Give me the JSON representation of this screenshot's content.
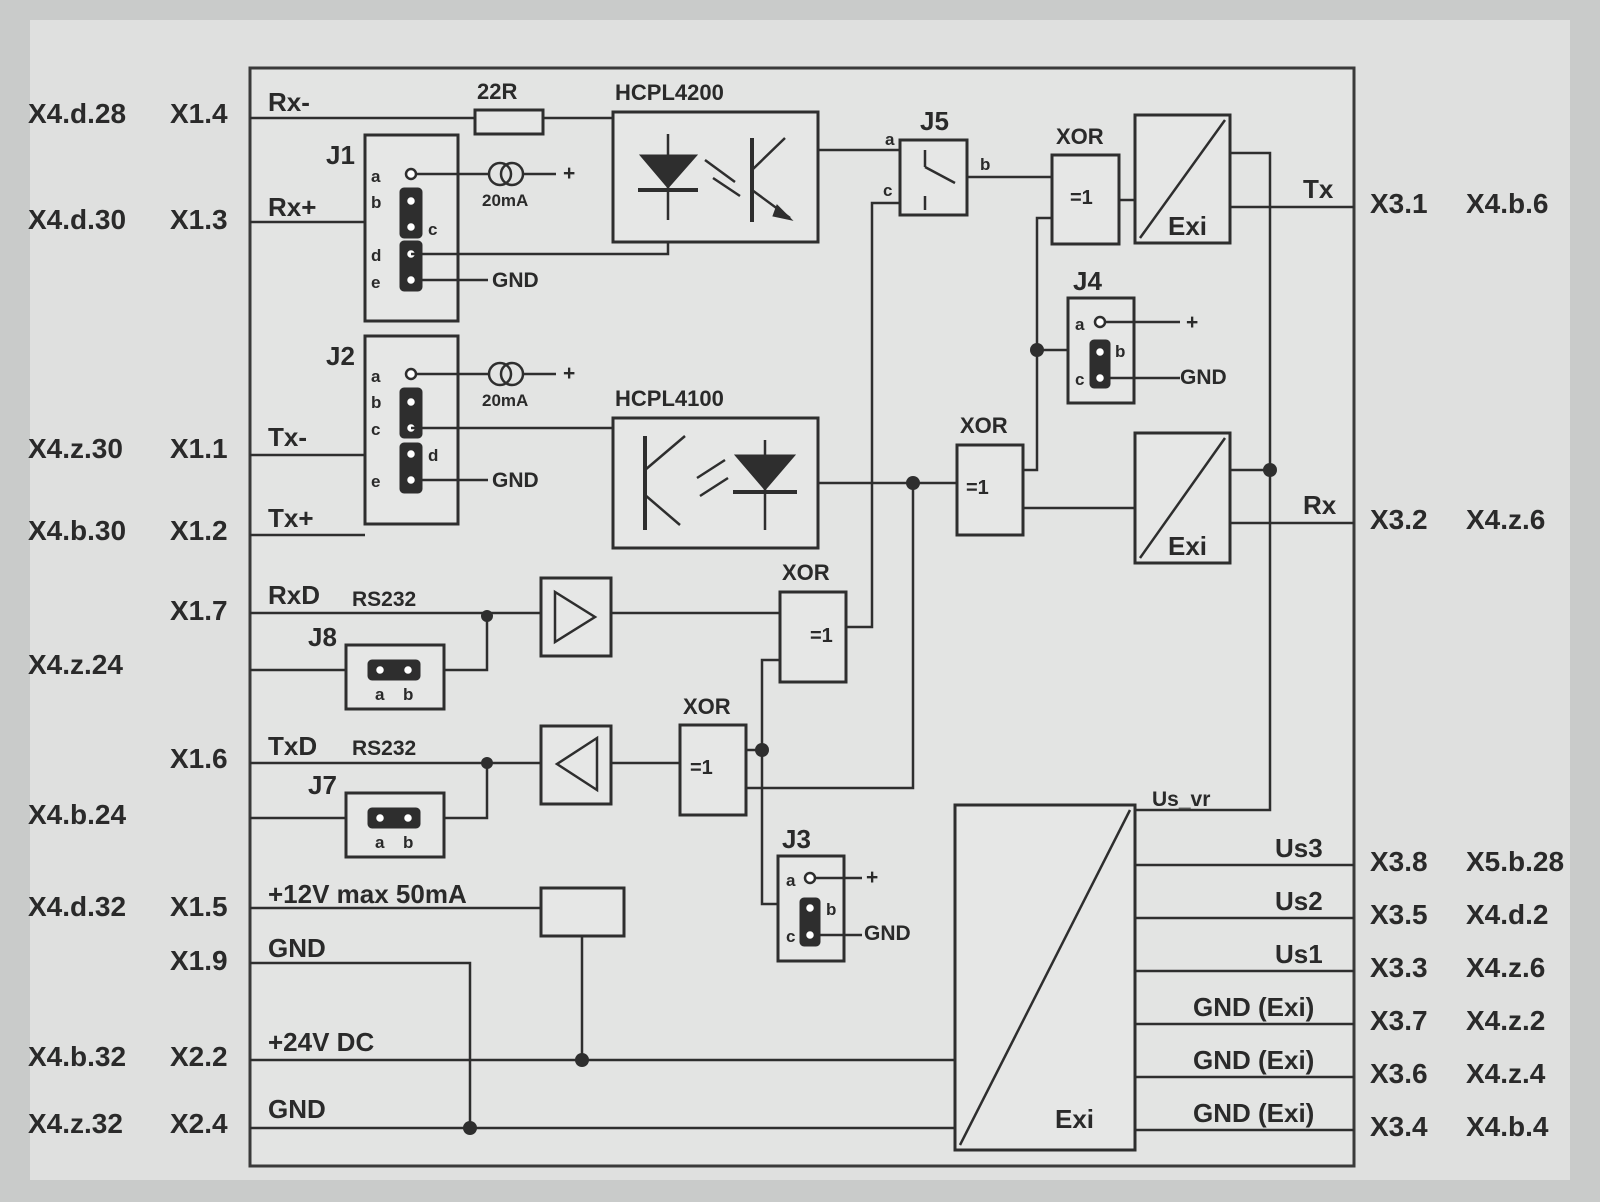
{
  "colors": {
    "background": "#c9cbca",
    "panel": "#e3e4e3",
    "ink": "#2e2e2e"
  },
  "left_labels": {
    "x4d28": "X4.d.28",
    "x14": "X1.4",
    "x4d30": "X4.d.30",
    "x13": "X1.3",
    "x4z30": "X4.z.30",
    "x11": "X1.1",
    "x4b30": "X4.b.30",
    "x12": "X1.2",
    "x17": "X1.7",
    "x4z24": "X4.z.24",
    "x16": "X1.6",
    "x4b24": "X4.b.24",
    "x4d32": "X4.d.32",
    "x15": "X1.5",
    "x19": "X1.9",
    "x4b32": "X4.b.32",
    "x22": "X2.2",
    "x4z32": "X4.z.32",
    "x24": "X2.4"
  },
  "right_labels": {
    "x31": "X3.1",
    "x4b6": "X4.b.6",
    "x32": "X3.2",
    "x4z6": "X4.z.6",
    "x38": "X3.8",
    "x5b28": "X5.b.28",
    "x35": "X3.5",
    "x4d2": "X4.d.2",
    "x33": "X3.3",
    "x4z6b": "X4.z.6",
    "x37": "X3.7",
    "x4z2": "X4.z.2",
    "x36": "X3.6",
    "x4z4": "X4.z.4",
    "x34": "X3.4",
    "x4b4": "X4.b.4"
  },
  "signals": {
    "rx_minus": "Rx-",
    "rx_plus": "Rx+",
    "tx_minus": "Tx-",
    "tx_plus": "Tx+",
    "rxd": "RxD",
    "rs232_a": "RS232",
    "txd": "TxD",
    "rs232_b": "RS232",
    "supply12": "+12V max 50mA",
    "gnd_a": "GND",
    "supply24": "+24V DC",
    "gnd_b": "GND",
    "tx_out": "Tx",
    "rx_out": "Rx",
    "us_vr": "Us_vr",
    "us3": "Us3",
    "us2": "Us2",
    "us1": "Us1",
    "gnd_exi_1": "GND (Exi)",
    "gnd_exi_2": "GND (Exi)",
    "gnd_exi_3": "GND (Exi)"
  },
  "components": {
    "resistor": "22R",
    "opto_rx": "HCPL4200",
    "opto_tx": "HCPL4100",
    "xor_labels": [
      "XOR",
      "XOR",
      "XOR",
      "XOR"
    ],
    "xor_symbol": "=1",
    "exi": "Exi",
    "current_source": "20mA",
    "plus": "+"
  },
  "jumpers": {
    "j1": {
      "name": "J1",
      "pins": [
        "a",
        "b",
        "c",
        "d",
        "e"
      ],
      "gnd": "GND"
    },
    "j2": {
      "name": "J2",
      "pins": [
        "a",
        "b",
        "c",
        "d",
        "e"
      ],
      "gnd": "GND"
    },
    "j3": {
      "name": "J3",
      "pins": [
        "a",
        "b",
        "c"
      ],
      "gnd": "GND"
    },
    "j4": {
      "name": "J4",
      "pins": [
        "a",
        "b",
        "c"
      ],
      "gnd": "GND"
    },
    "j5": {
      "name": "J5",
      "pins": [
        "a",
        "b",
        "c"
      ]
    },
    "j7": {
      "name": "J7",
      "pins": [
        "a",
        "b"
      ]
    },
    "j8": {
      "name": "J8",
      "pins": [
        "a",
        "b"
      ]
    }
  }
}
